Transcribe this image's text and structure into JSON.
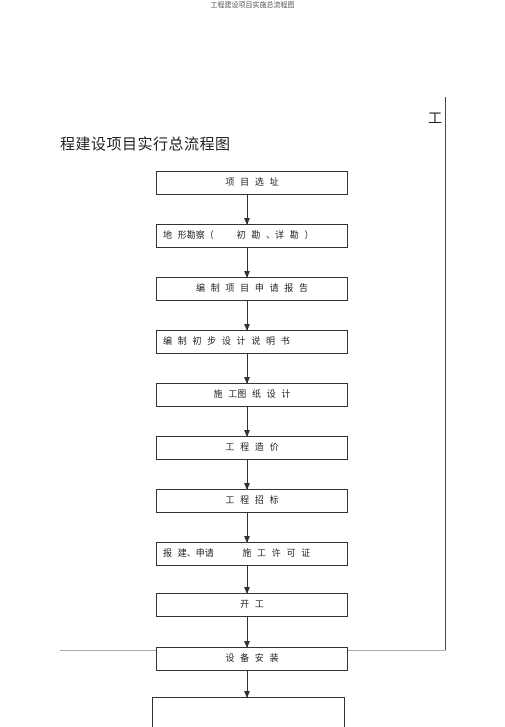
{
  "header": {
    "caption": "工程建设项目实施总流程图"
  },
  "title": {
    "tail": "工",
    "main": "程建设项目实行总流程图"
  },
  "flow": {
    "steps": [
      "项  目  选  址",
      "地  形勘察（        初  勘  、详  勘  ）",
      "编  制  项  目  申  请  报  告",
      "编  制  初  步  设  计  说  明  书",
      "施  工图  纸  设  计",
      "工  程  造  价",
      "工  程  招  标",
      "报  建、申请          施  工  许  可  证",
      "开  工",
      "设  备  安  装"
    ]
  }
}
